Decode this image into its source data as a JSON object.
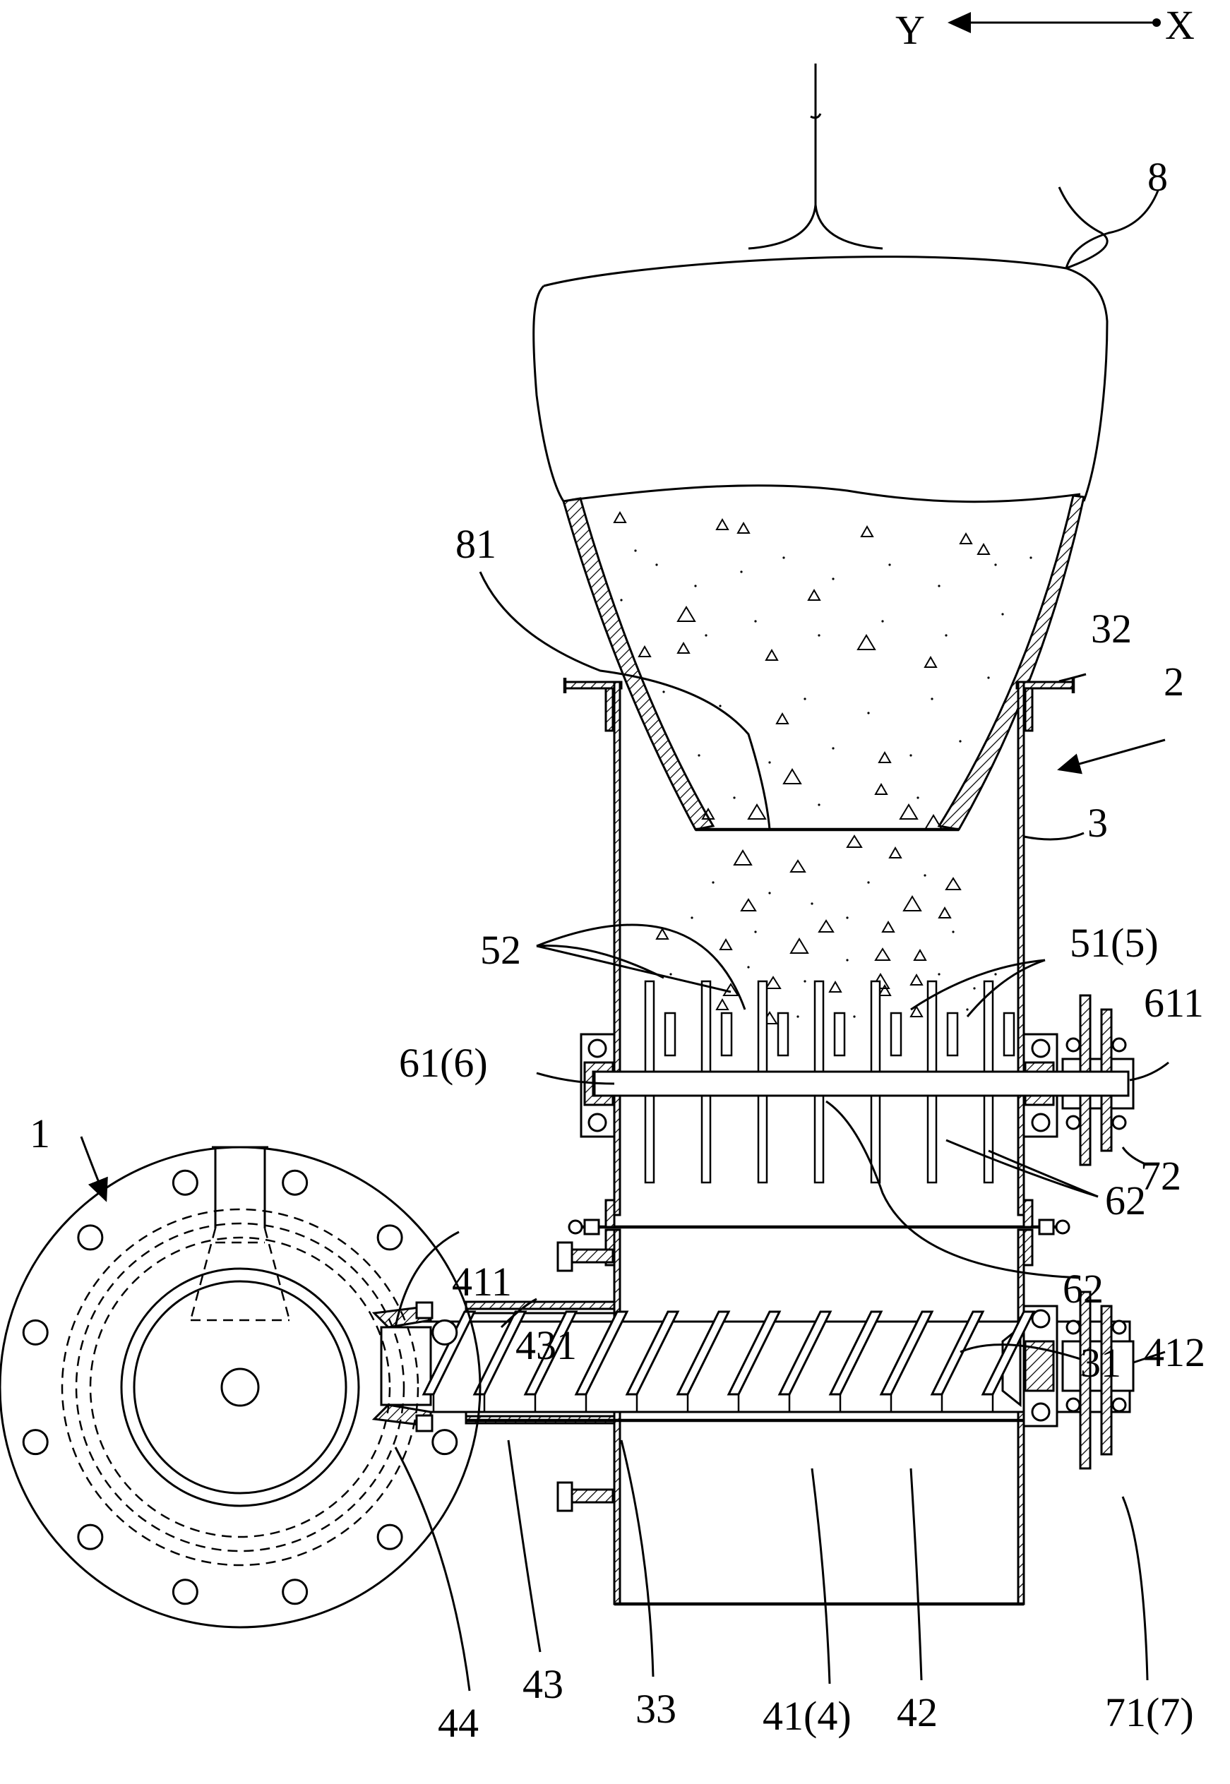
{
  "axis": {
    "y_label": "Y",
    "x_label": "X"
  },
  "labels": {
    "l1": "1",
    "l2": "2",
    "l3": "3",
    "l8": "8",
    "l81": "81",
    "l32": "32",
    "l52": "52",
    "l51": "51(5)",
    "l611": "611",
    "l61": "61(6)",
    "l72": "72",
    "l62a": "62",
    "l62b": "62",
    "l411": "411",
    "l431": "431",
    "l31": "31",
    "l412": "412",
    "l44": "44",
    "l43": "43",
    "l33": "33",
    "l41": "41(4)",
    "l42": "42",
    "l71": "71(7)"
  }
}
